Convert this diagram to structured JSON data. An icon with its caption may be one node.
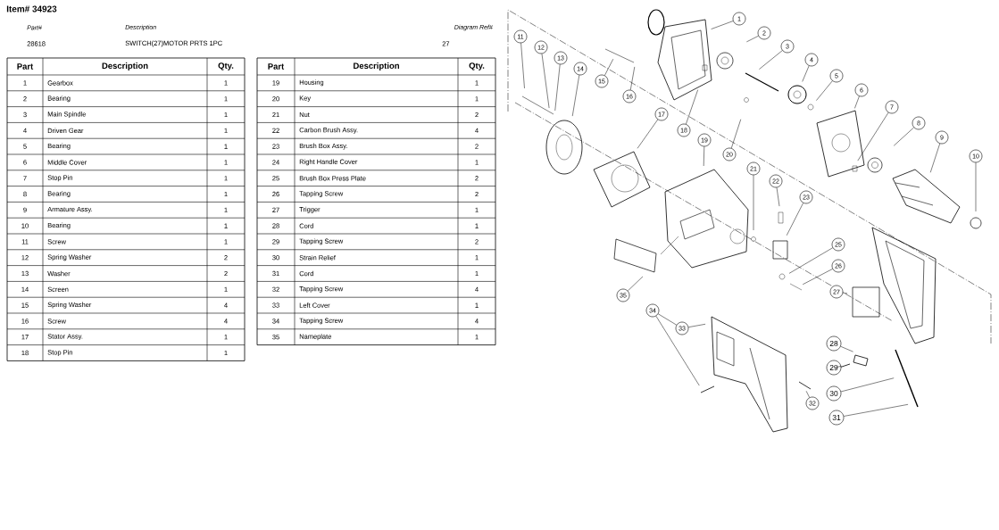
{
  "diagram": {
    "title": "Item# 34923",
    "nodes": [
      {
        "text": [
          "1"
        ]
      },
      {
        "text": [
          "2"
        ]
      },
      {
        "text": [
          "3"
        ]
      },
      {
        "text": [
          "4"
        ]
      },
      {
        "text": [
          "5"
        ]
      },
      {
        "text": [
          "6"
        ]
      },
      {
        "text": [
          "7"
        ]
      },
      {
        "text": [
          "8"
        ]
      },
      {
        "text": [
          "9"
        ]
      },
      {
        "text": [
          "10"
        ]
      },
      {
        "text": [
          "11"
        ]
      },
      {
        "text": [
          "12"
        ]
      },
      {
        "text": [
          "13"
        ]
      },
      {
        "text": [
          "14"
        ]
      },
      {
        "text": [
          "15"
        ]
      },
      {
        "text": [
          "16"
        ]
      },
      {
        "text": [
          "17"
        ]
      },
      {
        "text": [
          "18"
        ]
      },
      {
        "text": [
          "19"
        ]
      },
      {
        "text": [
          "20"
        ]
      },
      {
        "text": [
          "21"
        ]
      },
      {
        "text": [
          "22"
        ]
      },
      {
        "text": [
          "23"
        ]
      },
      {
        "text": [
          "25"
        ]
      },
      {
        "text": [
          "26"
        ]
      },
      {
        "text": [
          "27"
        ]
      },
      {
        "text": [
          "28"
        ]
      },
      {
        "text": [
          "29"
        ]
      },
      {
        "text": [
          "30"
        ]
      },
      {
        "text": [
          "31"
        ]
      },
      {
        "text": [
          "32"
        ]
      },
      {
        "text": [
          "33"
        ]
      },
      {
        "text": [
          "34"
        ]
      },
      {
        "text": [
          "35"
        ]
      }
    ],
    "edges": [
      {
        "from": 0,
        "to": null,
        "arrow": "none"
      },
      {
        "from": 1,
        "to": null,
        "arrow": "none"
      },
      {
        "from": 2,
        "to": null,
        "arrow": "none"
      },
      {
        "from": 3,
        "to": null,
        "arrow": "none"
      },
      {
        "from": 4,
        "to": null,
        "arrow": "none"
      },
      {
        "from": 5,
        "to": null,
        "arrow": "none"
      },
      {
        "from": 6,
        "to": null,
        "arrow": "none"
      },
      {
        "from": 7,
        "to": null,
        "arrow": "none"
      },
      {
        "from": 8,
        "to": null,
        "arrow": "none"
      },
      {
        "from": 9,
        "to": null,
        "arrow": "none"
      },
      {
        "from": 10,
        "to": null,
        "arrow": "none"
      },
      {
        "from": 11,
        "to": null,
        "arrow": "none"
      },
      {
        "from": 12,
        "to": null,
        "arrow": "none"
      },
      {
        "from": 13,
        "to": null,
        "arrow": "none"
      },
      {
        "from": 14,
        "to": null,
        "arrow": "none"
      },
      {
        "from": 15,
        "to": null,
        "arrow": "none"
      },
      {
        "from": 16,
        "to": null,
        "arrow": "none"
      },
      {
        "from": 17,
        "to": null,
        "arrow": "none"
      },
      {
        "from": 18,
        "to": null,
        "arrow": "none"
      },
      {
        "from": 19,
        "to": null,
        "arrow": "none"
      },
      {
        "from": 20,
        "to": null,
        "arrow": "none"
      },
      {
        "from": 21,
        "to": null,
        "arrow": "none"
      },
      {
        "from": 22,
        "to": null,
        "arrow": "none"
      },
      {
        "from": 23,
        "to": null,
        "arrow": "none"
      },
      {
        "from": 24,
        "to": null,
        "arrow": "none"
      },
      {
        "from": 25,
        "to": null,
        "arrow": "none"
      },
      {
        "from": 26,
        "to": null,
        "arrow": "none"
      },
      {
        "from": 27,
        "to": null,
        "arrow": "none"
      },
      {
        "from": 28,
        "to": null,
        "arrow": "none"
      },
      {
        "from": 29,
        "to": null,
        "arrow": "none"
      },
      {
        "from": 30,
        "to": null,
        "arrow": "none"
      },
      {
        "from": 31,
        "to": null,
        "arrow": "none"
      },
      {
        "from": 32,
        "to": null,
        "arrow": "none"
      },
      {
        "from": 32,
        "to": 31,
        "arrow": "none"
      },
      {
        "from": 33,
        "to": null,
        "arrow": "none"
      }
    ],
    "labels": [
      "Part#",
      "Description",
      "Diagram Ref#",
      "28618",
      "SWITCH(27)MOTOR PRTS 1PC",
      "27",
      "Part",
      "Description",
      "Qty.",
      "1",
      "Gearbox",
      "1",
      "2",
      "Bearing",
      "1",
      "3",
      "Main Spindle",
      "1",
      "4",
      "Driven Gear",
      "1",
      "5",
      "Bearing",
      "1",
      "6",
      "Middle Cover",
      "1",
      "7",
      "Stop Pin",
      "1",
      "8",
      "Bearing",
      "1",
      "9",
      "Armature Assy.",
      "1",
      "10",
      "Bearing",
      "1",
      "11",
      "Screw",
      "1",
      "12",
      "Spring Washer",
      "2",
      "13",
      "Washer",
      "2",
      "14",
      "Screen",
      "1",
      "15",
      "Spring Washer",
      "4",
      "16",
      "Screw",
      "4",
      "17",
      "Stator Assy.",
      "1",
      "18",
      "Stop Pin",
      "1",
      "Part",
      "Description",
      "Qty.",
      "19",
      "Housing",
      "1",
      "20",
      "Key",
      "1",
      "21",
      "Nut",
      "2",
      "22",
      "Carbon Brush Assy.",
      "4",
      "23",
      "Brush Box Assy.",
      "2",
      "24",
      "Right Handle Cover",
      "1",
      "25",
      "Brush Box Press Plate",
      "2",
      "26",
      "Tapping Screw",
      "2",
      "27",
      "Trigger",
      "1",
      "28",
      "Cord",
      "1",
      "29",
      "Tapping Screw",
      "2",
      "30",
      "Strain Relief",
      "1",
      "31",
      "Cord",
      "1",
      "32",
      "Tapping Screw",
      "4",
      "33",
      "Left Cover",
      "1",
      "34",
      "Tapping Screw",
      "4",
      "35",
      "Nameplate",
      "1"
    ]
  }
}
